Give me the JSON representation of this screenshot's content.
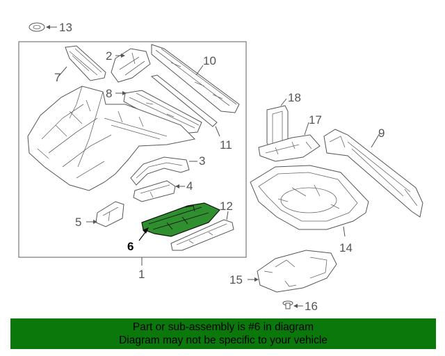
{
  "diagram": {
    "callouts": {
      "c1": "1",
      "c2": "2",
      "c3": "3",
      "c4": "4",
      "c5": "5",
      "c6": "6",
      "c7": "7",
      "c8": "8",
      "c9": "9",
      "c10": "10",
      "c11": "11",
      "c12": "12",
      "c13": "13",
      "c14": "14",
      "c15": "15",
      "c16": "16",
      "c17": "17",
      "c18": "18"
    },
    "highlighted_part": "6",
    "colors": {
      "highlight": "#2f8f2f",
      "line": "#555555",
      "banner": "#0b780b"
    }
  },
  "banner": {
    "line1": "Part or sub-assembly is #6 in diagram",
    "line2": "Diagram may not be specific to your vehicle"
  }
}
